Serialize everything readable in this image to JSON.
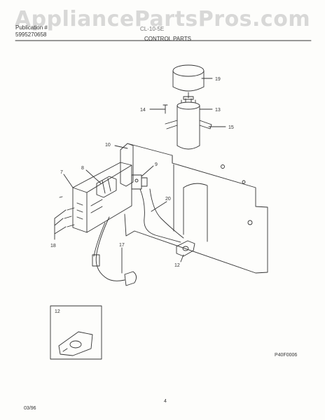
{
  "watermark": "AppliancePartsPros.com",
  "header": {
    "publication_label": "Publication #",
    "publication_number": "5995270658",
    "model_fragment": "CL-10-5E",
    "section_title": "CONTROL PARTS"
  },
  "callouts": {
    "c7": "7",
    "c8": "8",
    "c9": "9",
    "c10": "10",
    "c12": "12",
    "c13": "13",
    "c14": "14",
    "c15": "15",
    "c17": "17",
    "c18": "18",
    "c19": "19",
    "c20": "20",
    "inset": "12"
  },
  "footer": {
    "figure_code": "P40F0006",
    "date": "03/96",
    "page_number": "4"
  }
}
